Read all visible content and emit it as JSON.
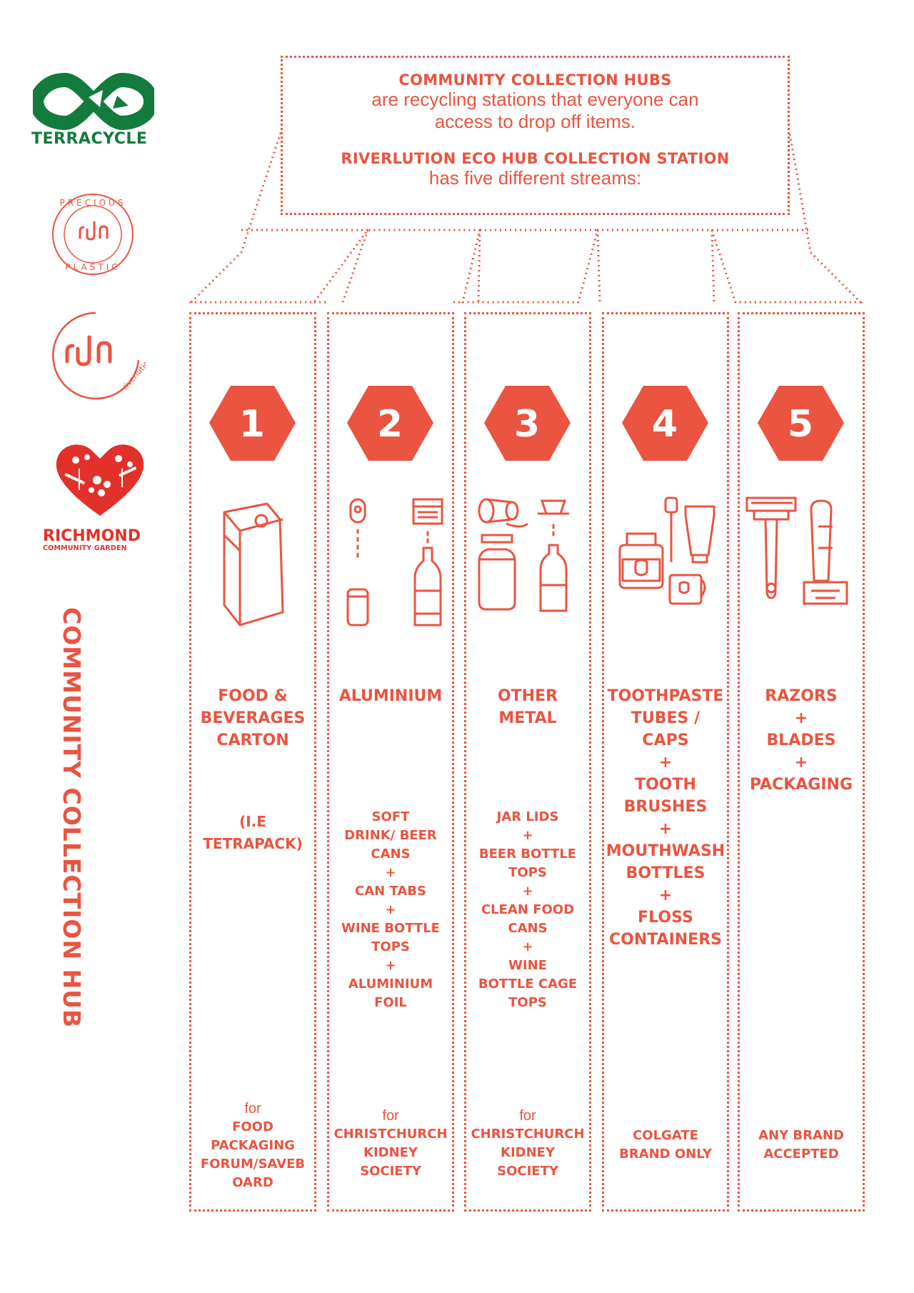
{
  "header": {
    "hubs_title": "COMMUNITY COLLECTION HUBS",
    "hubs_line1": "are recycling stations that everyone can",
    "hubs_line2": "access to drop off items.",
    "station_title": "RIVERLUTION ECO HUB COLLECTION STATION",
    "station_line": "has five different streams:"
  },
  "side_title": "COMMUNITY COLLECTION HUB",
  "logos": {
    "terracycle": "TERRACYCLE",
    "precious_top": "PRECIOUS",
    "precious_bottom": "PLASTIC",
    "riverlution": "riverlution",
    "richmond_name": "RICHMOND",
    "richmond_sub": "COMMUNITY GARDEN"
  },
  "colors": {
    "accent": "#ea5440",
    "terracycle_green": "#137b3b"
  },
  "streams": [
    {
      "number": "1",
      "icon": "carton-icon",
      "title": [
        "FOOD &",
        "BEVERAGES",
        "CARTON"
      ],
      "items": [
        "(I.E",
        "TETRAPACK)"
      ],
      "foot_for": "for",
      "foot": [
        "FOOD",
        "PACKAGING",
        "FORUM/SAVEB",
        "OARD"
      ]
    },
    {
      "number": "2",
      "icon": "aluminium-icon",
      "title": [
        "ALUMINIUM"
      ],
      "items": [
        "SOFT",
        "DRINK/ BEER",
        "CANS",
        "+",
        "CAN TABS",
        "+",
        "WINE  BOTTLE",
        "TOPS",
        "+",
        "ALUMINIUM",
        "FOIL"
      ],
      "foot_for": "for",
      "foot": [
        "CHRISTCHURCH",
        "KIDNEY",
        "SOCIETY"
      ]
    },
    {
      "number": "3",
      "icon": "other-metal-icon",
      "title": [
        "OTHER",
        "METAL"
      ],
      "items": [
        "JAR LIDS",
        "+",
        "BEER  BOTTLE",
        "TOPS",
        "+",
        "CLEAN  FOOD",
        "CANS",
        "+",
        "WINE",
        "BOTTLE CAGE",
        "TOPS"
      ],
      "foot_for": "for",
      "foot": [
        "CHRISTCHURCH",
        "KIDNEY",
        "SOCIETY"
      ]
    },
    {
      "number": "4",
      "icon": "oral-care-icon",
      "title": [
        "TOOTHPASTE",
        "TUBES /",
        "CAPS",
        "+",
        "TOOTH",
        "BRUSHES",
        "+",
        "MOUTHWASH",
        "BOTTLES",
        "+",
        "FLOSS",
        "CONTAINERS"
      ],
      "items": [],
      "foot_for": "",
      "foot": [
        "COLGATE",
        "BRAND ONLY"
      ]
    },
    {
      "number": "5",
      "icon": "razor-icon",
      "title": [
        "RAZORS",
        "+",
        "BLADES",
        "+",
        "PACKAGING"
      ],
      "items": [],
      "foot_for": "",
      "foot": [
        "ANY BRAND",
        "ACCEPTED"
      ]
    }
  ]
}
